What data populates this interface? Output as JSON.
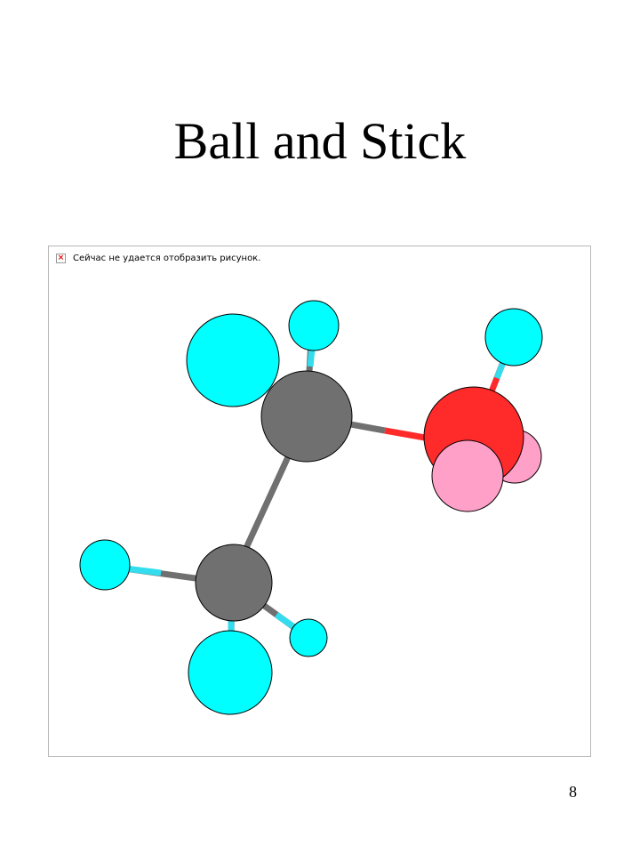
{
  "slide": {
    "title": "Ball and Stick",
    "page_number": "8"
  },
  "figure": {
    "broken_image_text": "Сейчас не удается отобразить рисунок.",
    "broken_icon": "broken-image-x-icon"
  },
  "colors": {
    "carbon": "#707070",
    "hydrogen": "#00FFFF",
    "oxygen": "#FF2A2A",
    "pink_hydrogen": "#FFA0C8",
    "frame_border": "#b8b8b8"
  }
}
